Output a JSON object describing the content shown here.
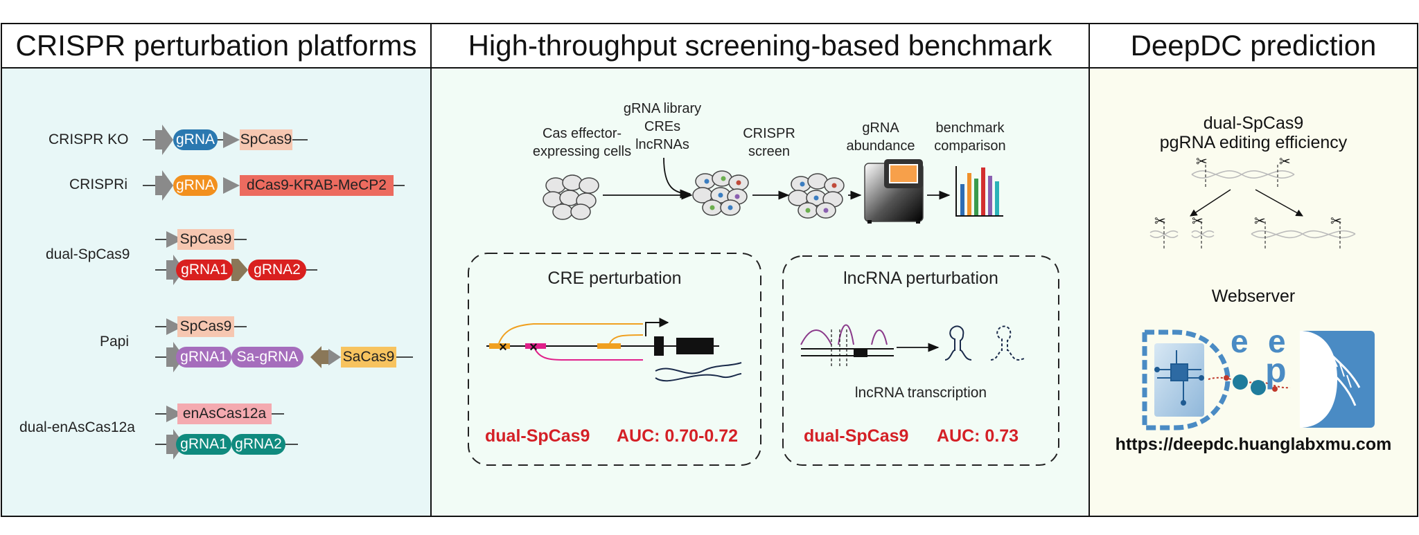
{
  "colors": {
    "panel1_bg": "#e8f7f7",
    "panel2_bg": "#f2fcf6",
    "panel3_bg": "#fbfcef",
    "grna_blue": "#2a78b0",
    "grna_orange": "#f2901e",
    "red_pill": "#d9201f",
    "purple_pill": "#a56dbc",
    "teal_pill": "#0f8a7e",
    "salmon_box": "#f6c7b1",
    "red_box": "#ec6b5f",
    "yellow_box": "#f7c35f",
    "pink_box": "#f4aab0",
    "result_red": "#d42026",
    "logo_blue": "#4a8bc4"
  },
  "headers": {
    "platforms": "CRISPR perturbation platforms",
    "benchmark": "High-throughput screening-based benchmark",
    "prediction": "DeepDC prediction"
  },
  "platforms": {
    "ko": {
      "name": "CRISPR KO",
      "grna": "gRNA",
      "cas": "SpCas9"
    },
    "crispri": {
      "name": "CRISPRi",
      "grna": "gRNA",
      "cas": "dCas9-KRAB-MeCP2"
    },
    "dual_spcas9": {
      "name": "dual-SpCas9",
      "cas": "SpCas9",
      "grna1": "gRNA1",
      "grna2": "gRNA2"
    },
    "papi": {
      "name": "Papi",
      "cas": "SpCas9",
      "grna1": "gRNA1",
      "grna2": "Sa-gRNA",
      "cas2": "SaCas9"
    },
    "dual_enas": {
      "name": "dual-enAsCas12a",
      "cas": "enAsCas12a",
      "grna1": "gRNA1",
      "grna2": "gRNA2"
    }
  },
  "workflow": {
    "cells": "Cas effector-\nexpressing cells",
    "library": "gRNA library\nCREs\nlncRNAs",
    "screen": "CRISPR\nscreen",
    "abundance": "gRNA\nabundance",
    "benchmark": "benchmark\ncomparison"
  },
  "cre": {
    "title": "CRE perturbation",
    "system": "dual-SpCas9",
    "auc": "AUC: 0.70-0.72"
  },
  "lncrna": {
    "title": "lncRNA perturbation",
    "subtitle": "lncRNA transcription",
    "system": "dual-SpCas9",
    "auc": "AUC: 0.73"
  },
  "prediction": {
    "title": "dual-SpCas9\npgRNA editing efficiency",
    "webserver": "Webserver",
    "url": "https://deepdc.huanglabxmu.com",
    "logo_letters": [
      "e",
      "e",
      "p"
    ]
  }
}
